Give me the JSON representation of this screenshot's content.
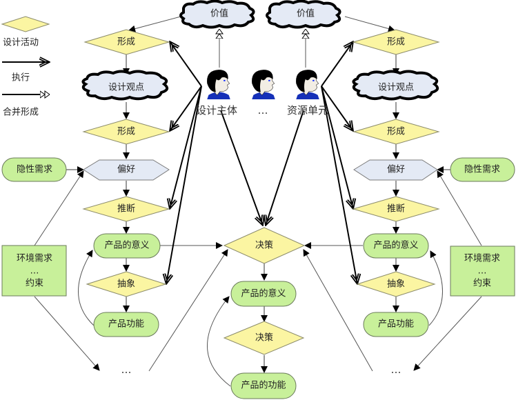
{
  "legend": {
    "activity_label": "设计活动",
    "execute_label": "执行",
    "merge_label": "合并形成"
  },
  "values": {
    "left_value": "价值",
    "right_value": "价值"
  },
  "actors": {
    "design_subject": "设计主体",
    "ellipsis": "…",
    "resource_unit": "资源单元"
  },
  "left_column": {
    "form_top": "形成",
    "viewpoint": "设计观点",
    "form_bottom": "形成",
    "preference": "偏好",
    "inference": "推断",
    "product_meaning": "产品的意义",
    "abstraction": "抽象",
    "product_function": "产品功能",
    "continuation": "…",
    "implicit_need": "隐性需求",
    "env_box": {
      "line1": "环境需求",
      "line2": "…",
      "line3": "约束"
    }
  },
  "right_column": {
    "form_top": "形成",
    "viewpoint": "设计观点",
    "form_bottom": "形成",
    "preference": "偏好",
    "inference": "推断",
    "product_meaning": "产品的意义",
    "abstraction": "抽象",
    "product_function": "产品功能",
    "continuation": "…",
    "implicit_need": "隐性需求",
    "env_box": {
      "line1": "环境需求",
      "line2": "…",
      "line3": "约束"
    }
  },
  "center_column": {
    "decision_top": "决策",
    "product_meaning": "产品的意义",
    "decision_bottom": "决策",
    "product_function": "产品的功能"
  },
  "colors": {
    "activity_fill": "#fbf5a2",
    "terminal_fill": "#c8f09a",
    "cloud_fill": "#e4eaf5",
    "hexagon_fill": "#e4eaf5",
    "env_box_fill": "#c8f09a",
    "shirt_blue": "#1530b8"
  }
}
